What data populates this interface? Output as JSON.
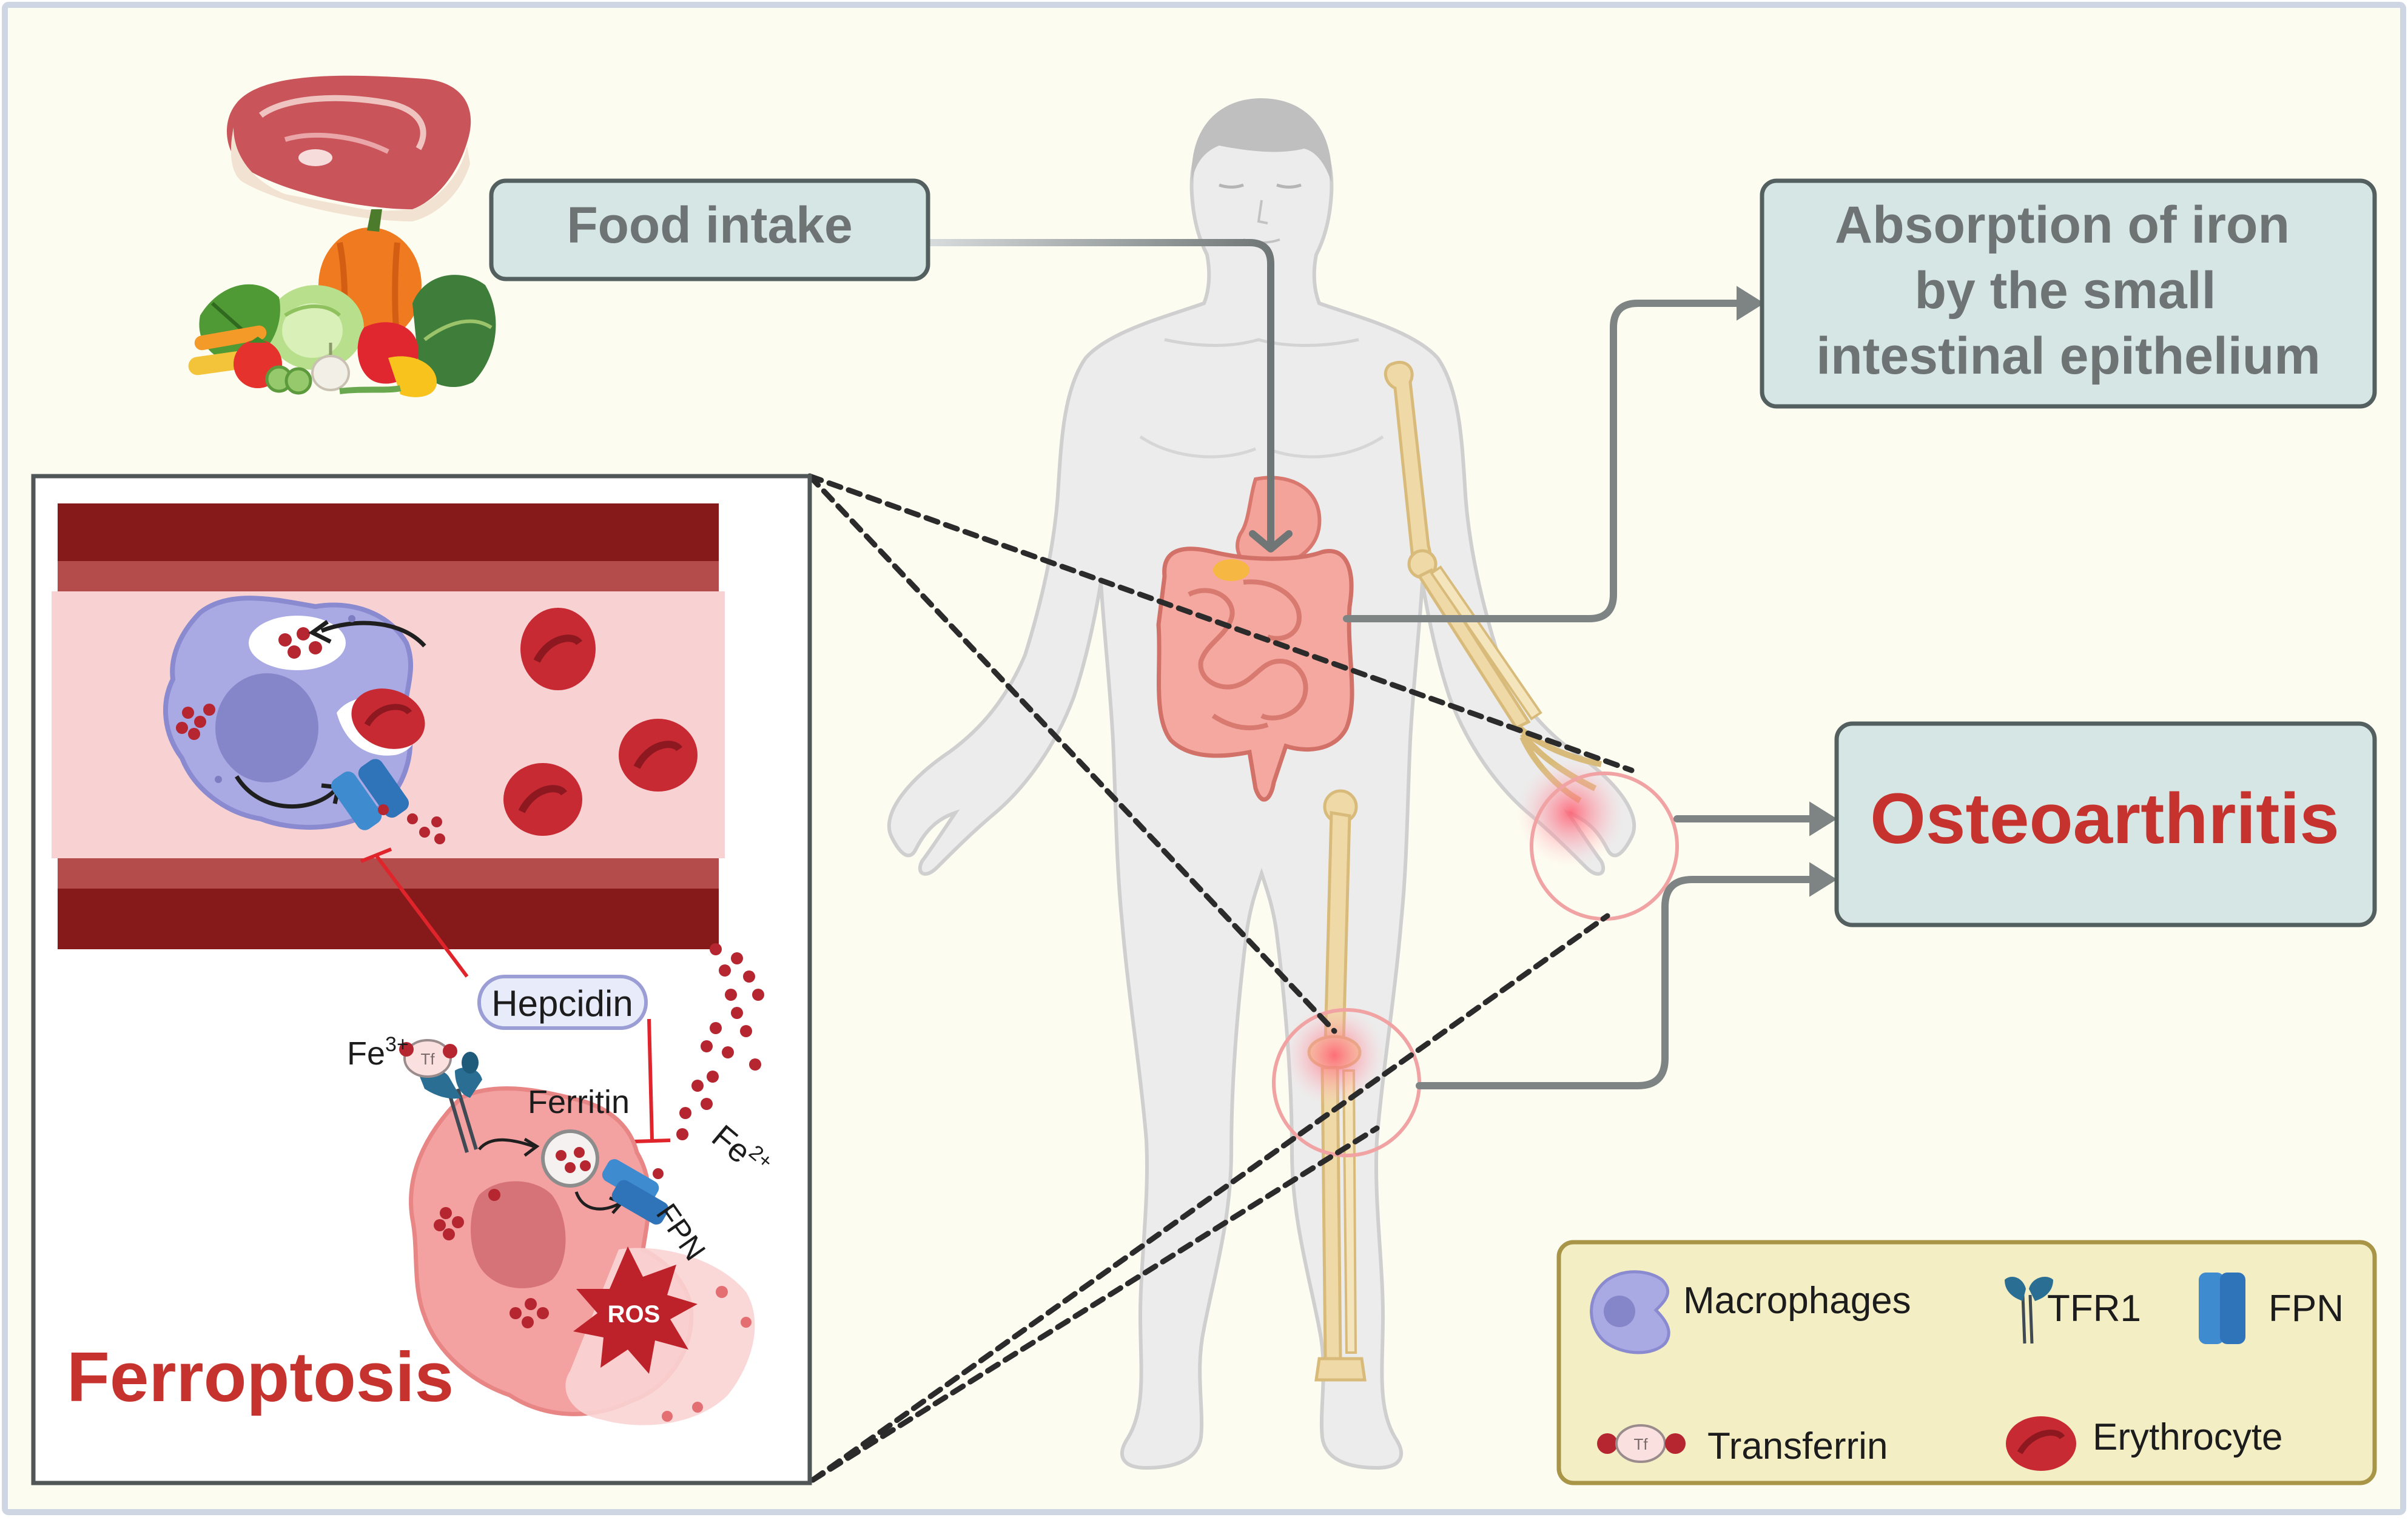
{
  "boxes": {
    "food_intake": "Food intake",
    "absorption_line1": "Absorption of iron",
    "absorption_line2": "by the small",
    "absorption_line3": "intestinal epithelium",
    "osteoarthritis": "Osteoarthritis"
  },
  "inset": {
    "title": "Ferroptosis",
    "hepcidin": "Hepcidin",
    "ferritin": "Ferritin",
    "fe3": "Fe",
    "fe3_sup": "3+",
    "fe2": "Fe",
    "fe2_sup": "2+",
    "fpn": "FPN",
    "tf": "Tf",
    "ros": "ROS"
  },
  "legend": {
    "macrophages": "Macrophages",
    "tfr1": "TFR1",
    "fpn": "FPN",
    "transferrin": "Transferrin",
    "tf": "Tf",
    "erythrocyte": "Erythrocyte"
  },
  "colors": {
    "background": "#fdfcf1",
    "box_fill": "#d6e6e4",
    "box_stroke": "#53605f",
    "box_text": "#6d7473",
    "accent_red": "#c6332e",
    "vessel_wall": "#861a1a",
    "vessel_lumen": "#f8d2d2",
    "erythrocyte": "#c82a33",
    "macrophage": "#a9a9e3",
    "fpn_blue": "#3f8bd0",
    "legend_fill": "#f3eec4",
    "legend_stroke": "#a89548",
    "bone": "#efd9a6",
    "body": "#ececec"
  }
}
